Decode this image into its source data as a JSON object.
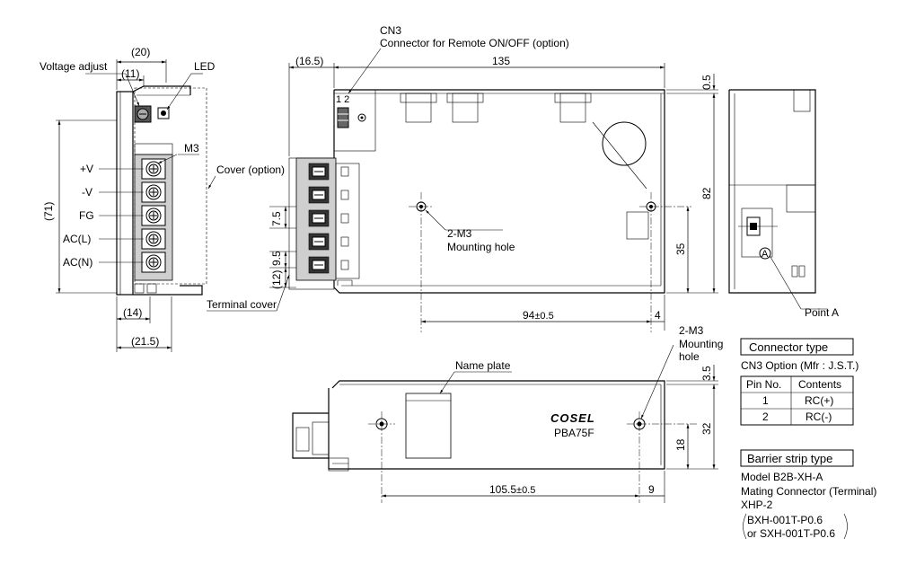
{
  "left_view": {
    "dim_20": "(20)",
    "dim_11": "(11)",
    "voltage_adjust": "Voltage adjust",
    "led": "LED",
    "dim_71": "(71)",
    "m3": "M3",
    "terminals": [
      "+V",
      "-V",
      "FG",
      "AC(L)",
      "AC(N)"
    ],
    "cover_option": "Cover (option)",
    "dim_14": "(14)",
    "dim_21_5": "(21.5)"
  },
  "front_view": {
    "cn3": "CN3",
    "cn3_desc": "Connector for Remote ON/OFF (option)",
    "dim_16_5": "(16.5)",
    "dim_135": "135",
    "pin_label": "1 2",
    "dim_0_5": "0.5",
    "dim_82": "82",
    "dim_7_5": "7.5",
    "dim_9_5": "9.5",
    "dim_12": "(12)",
    "mount_hole_qty": "2-M3",
    "mount_hole": "Mounting hole",
    "dim_35": "35",
    "dim_94": "94",
    "dim_94_tol": "±0.5",
    "dim_4": "4",
    "terminal_cover": "Terminal cover"
  },
  "right_view": {
    "marker_a": "A",
    "point_a": "Point A"
  },
  "bottom_view": {
    "name_plate": "Name plate",
    "mount_hole_qty": "2-M3",
    "mount_hole_l1": "Mounting",
    "mount_hole_l2": "hole",
    "dim_3_5": "3.5",
    "brand": "COSEL",
    "model": "PBA75F",
    "dim_32": "32",
    "dim_18": "18",
    "dim_105": "105.5",
    "dim_105_tol": "±0.5",
    "dim_9": "9"
  },
  "connector_type": {
    "title": "Connector type",
    "subtitle": "CN3 Option (Mfr : J.S.T.)",
    "headers": [
      "Pin No.",
      "Contents"
    ],
    "rows": [
      [
        "1",
        "RC(+)"
      ],
      [
        "2",
        "RC(-)"
      ]
    ]
  },
  "barrier_strip": {
    "title": "Barrier strip type",
    "model": "Model B2B-XH-A",
    "mating_l1": "Mating Connector (Terminal)",
    "mating_l2": "XHP-2",
    "terminal_l1": "BXH-001T-P0.6",
    "terminal_l2": "or SXH-001T-P0.6"
  }
}
